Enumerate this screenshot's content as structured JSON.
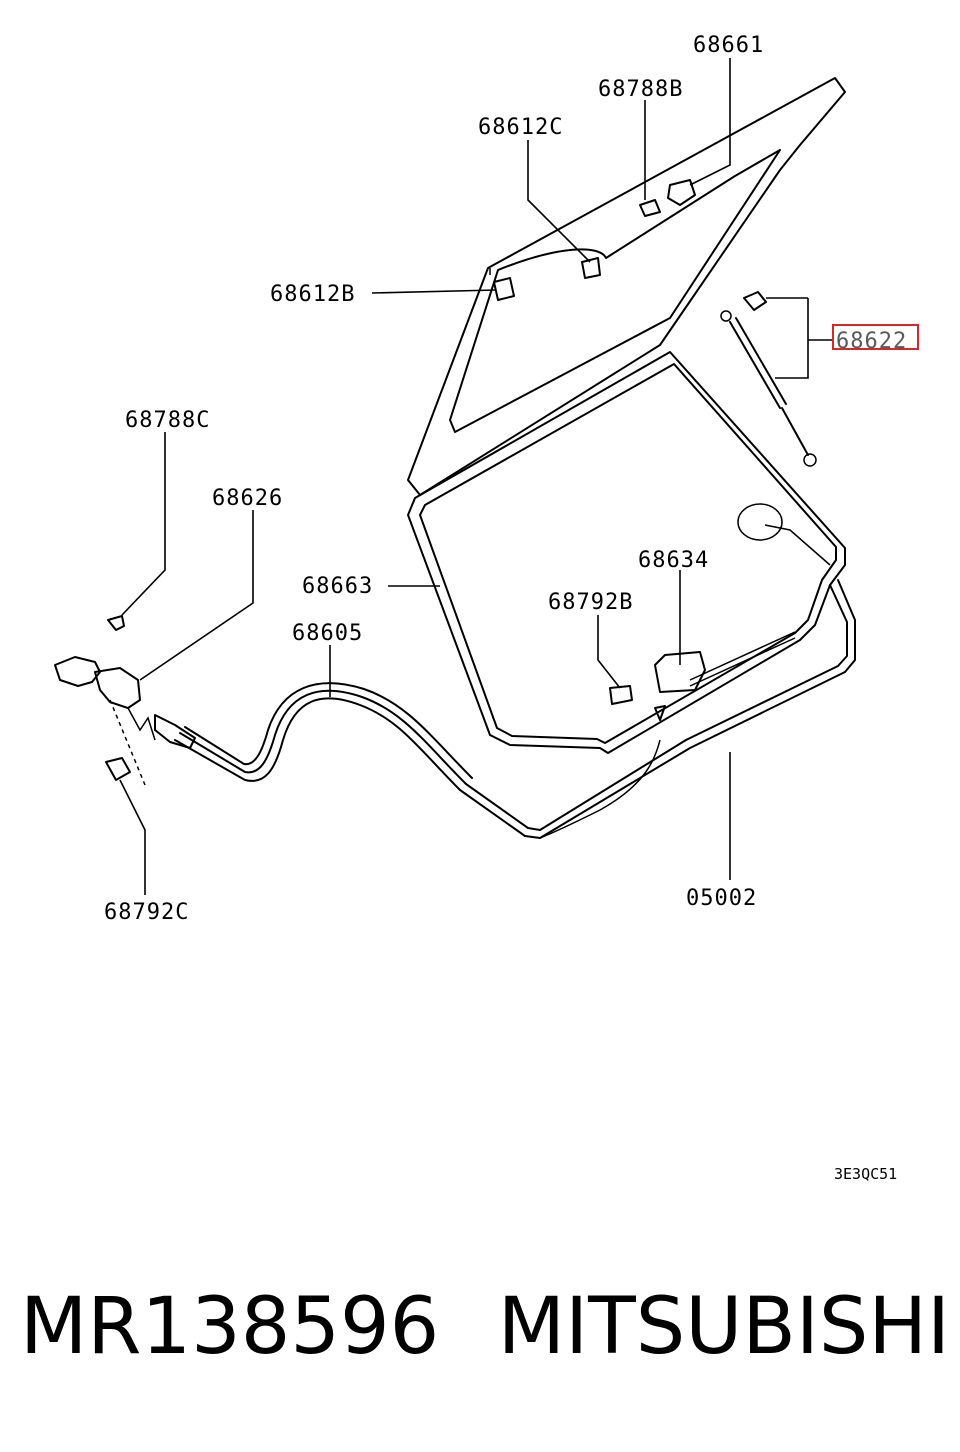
{
  "callouts": {
    "c68661": "68661",
    "c68788B": "68788B",
    "c68612C": "68612C",
    "c68612B": "68612B",
    "c68622": "68622",
    "c68788C": "68788C",
    "c68626": "68626",
    "c68663": "68663",
    "c68605": "68605",
    "c68634": "68634",
    "c68792B": "68792B",
    "c05002": "05002",
    "c68792C": "68792C"
  },
  "diagram_code": "3E3QC51",
  "highlight": {
    "label": "68622",
    "color": "#d62828"
  },
  "footer": {
    "part_number": "MR138596",
    "brand": "MITSUBISHI"
  }
}
